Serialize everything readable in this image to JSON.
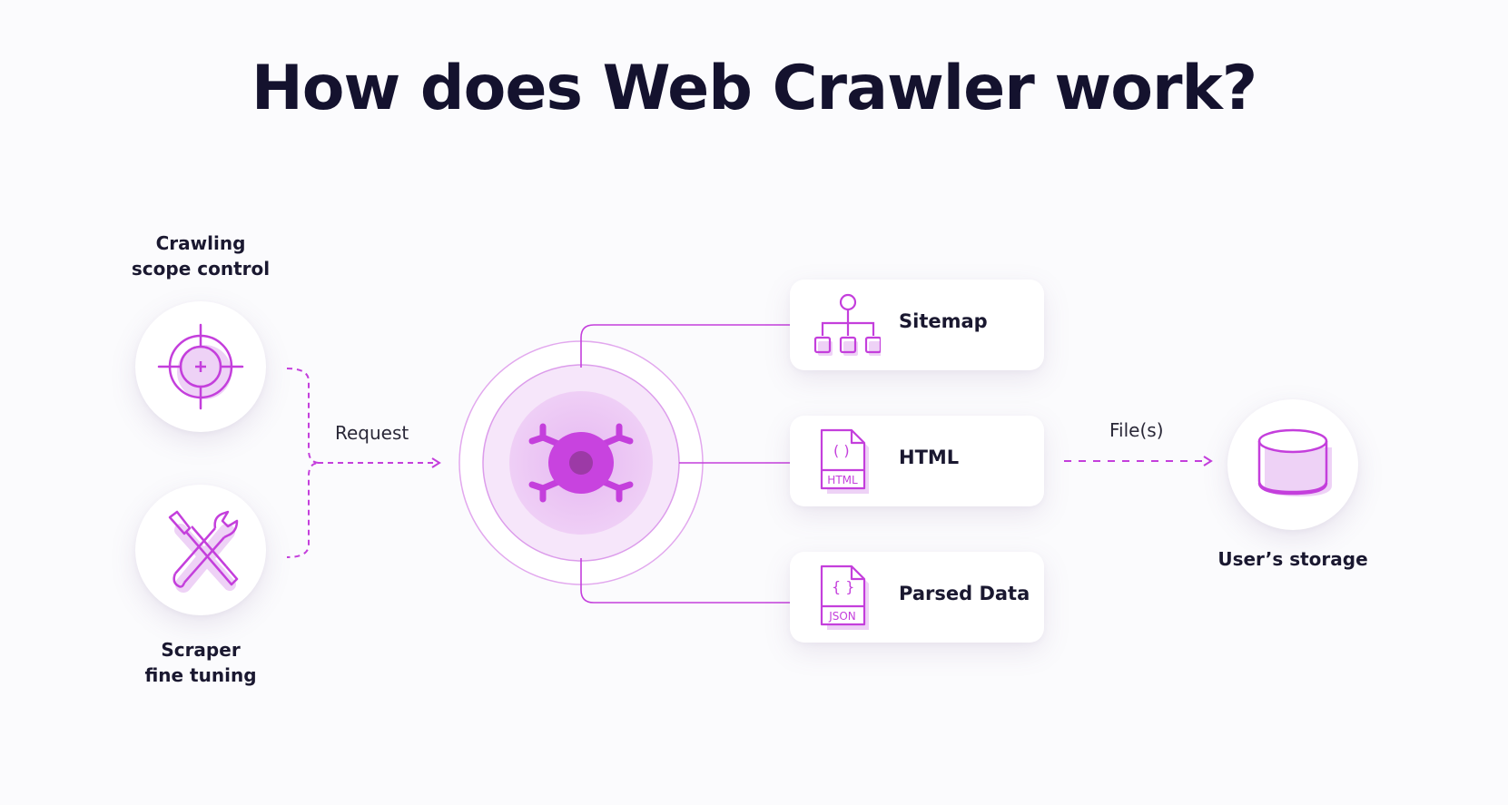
{
  "title": "How does Web Crawler work?",
  "nodes": {
    "scope_control": {
      "label_line1": "Crawling",
      "label_line2": "scope control",
      "icon": "crosshair-icon"
    },
    "fine_tuning": {
      "label_line1": "Scraper",
      "label_line2": "fine tuning",
      "icon": "tools-icon"
    },
    "crawler": {
      "icon": "crawler-bug-icon"
    },
    "sitemap": {
      "label": "Sitemap",
      "icon": "sitemap-icon"
    },
    "html": {
      "label": "HTML",
      "icon": "html-file-icon",
      "badge": "HTML",
      "glyph": "( )"
    },
    "parsed_data": {
      "label": "Parsed Data",
      "icon": "json-file-icon",
      "badge": "JSON",
      "glyph": "{ }"
    },
    "storage": {
      "label": "User’s storage",
      "icon": "database-icon"
    }
  },
  "edges": {
    "request": "Request",
    "files": "File(s)"
  },
  "colors": {
    "accent": "#c43fdc",
    "accent_light": "#eed2f6",
    "accent_mid": "#e3b4ef",
    "title": "#14122e",
    "text": "#1a1830"
  }
}
